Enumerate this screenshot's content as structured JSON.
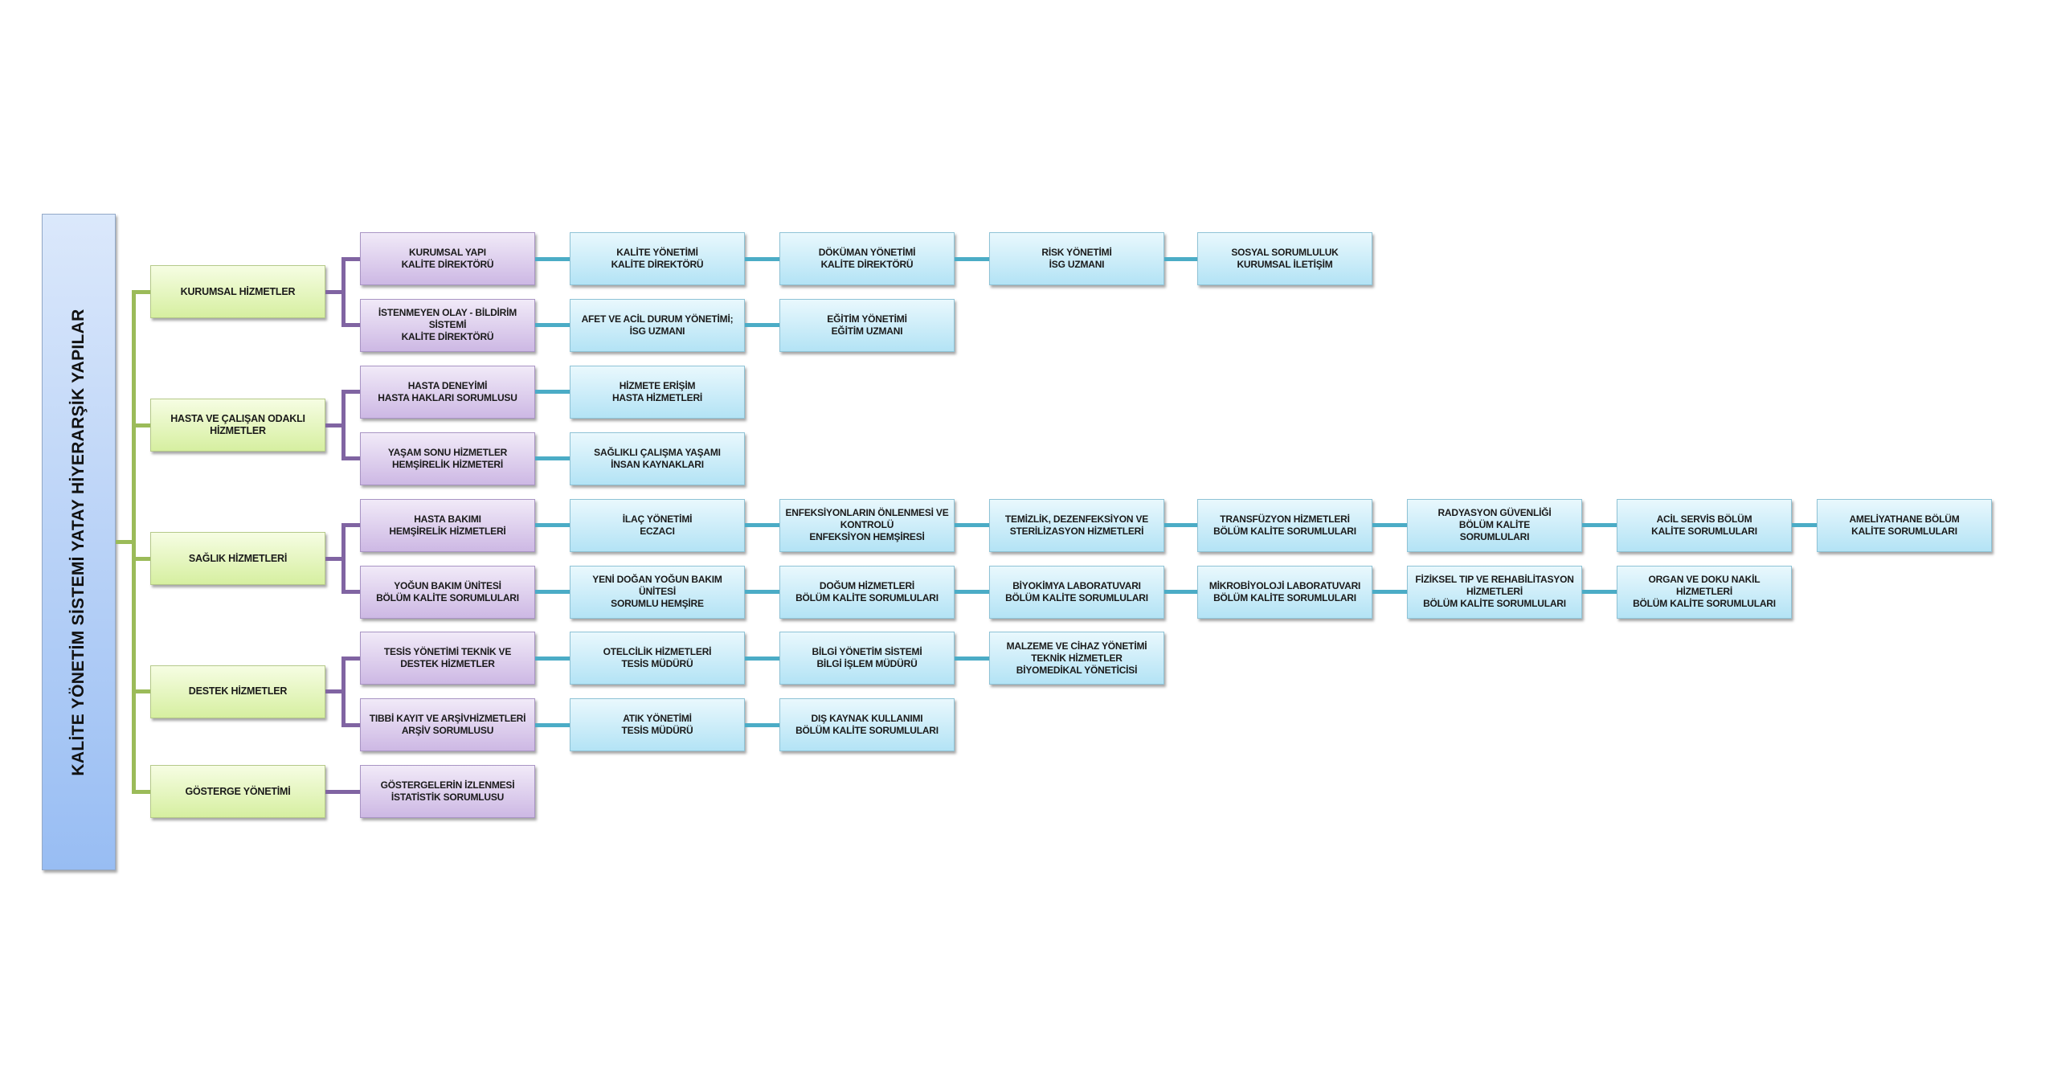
{
  "title": "KALİTE YÖNETİM SİSTEMİ YATAY HİYERARŞİK YAPILAR",
  "colors": {
    "green_line": "#9bbb59",
    "purple_line": "#8064a2",
    "blue_line": "#4bacc6"
  },
  "groups": [
    {
      "label": "KURUMSAL HİZMETLER",
      "rows": [
        {
          "label": "KURUMSAL YAPI\nKALİTE DİREKTÖRÜ",
          "items": [
            "KALİTE YÖNETİMİ\nKALİTE DİREKTÖRÜ",
            "DÖKÜMAN YÖNETİMİ\nKALİTE DİREKTÖRÜ",
            "RİSK YÖNETİMİ\nİSG UZMANI",
            "SOSYAL SORUMLULUK\nKURUMSAL İLETİŞİM"
          ]
        },
        {
          "label": "İSTENMEYEN OLAY - BİLDİRİM\nSİSTEMİ\nKALİTE DİREKTÖRÜ",
          "items": [
            "AFET VE ACİL DURUM YÖNETİMİ;\nİSG UZMANI",
            "EĞİTİM YÖNETİMİ\nEĞİTİM UZMANI"
          ]
        }
      ]
    },
    {
      "label": "HASTA VE ÇALIŞAN ODAKLI\nHİZMETLER",
      "rows": [
        {
          "label": "HASTA DENEYİMİ\nHASTA HAKLARI SORUMLUSU",
          "items": [
            "HİZMETE ERİŞİM\nHASTA HİZMETLERİ"
          ]
        },
        {
          "label": "YAŞAM SONU HİZMETLER\nHEMŞİRELİK HİZMETERİ",
          "items": [
            "SAĞLIKLI ÇALIŞMA YAŞAMI\nİNSAN KAYNAKLARI"
          ]
        }
      ]
    },
    {
      "label": "SAĞLIK HİZMETLERİ",
      "rows": [
        {
          "label": "HASTA BAKIMI\nHEMŞİRELİK HİZMETLERİ",
          "items": [
            "İLAÇ YÖNETİMİ\nECZACI",
            "ENFEKSİYONLARIN ÖNLENMESİ VE\nKONTROLÜ\nENFEKSİYON HEMŞİRESİ",
            "TEMİZLİK, DEZENFEKSİYON VE\nSTERİLİZASYON HİZMETLERİ",
            "TRANSFÜZYON HİZMETLERİ\nBÖLÜM KALİTE SORUMLULARI",
            "RADYASYON GÜVENLİĞİ\nBÖLÜM KALİTE\nSORUMLULARI",
            "ACİL SERVİS BÖLÜM\nKALİTE SORUMLULARI",
            "AMELİYATHANE BÖLÜM\nKALİTE SORUMLULARI"
          ]
        },
        {
          "label": "YOĞUN BAKIM ÜNİTESİ\nBÖLÜM KALİTE SORUMLULARI",
          "items": [
            "YENİ DOĞAN YOĞUN BAKIM\nÜNİTESİ\nSORUMLU HEMŞİRE",
            "DOĞUM HİZMETLERİ\nBÖLÜM KALİTE SORUMLULARI",
            "BİYOKİMYA LABORATUVARI\nBÖLÜM KALİTE SORUMLULARI",
            "MİKROBİYOLOJİ LABORATUVARI\nBÖLÜM KALİTE SORUMLULARI",
            "FİZİKSEL TIP VE REHABİLİTASYON\nHİZMETLERİ\nBÖLÜM KALİTE SORUMLULARI",
            "ORGAN VE DOKU NAKİL\nHİZMETLERİ\nBÖLÜM KALİTE SORUMLULARI"
          ]
        }
      ]
    },
    {
      "label": "DESTEK HİZMETLER",
      "rows": [
        {
          "label": "TESİS YÖNETİMİ TEKNİK VE\nDESTEK HİZMETLER",
          "items": [
            "OTELCİLİK HİZMETLERİ\nTESİS MÜDÜRÜ",
            "BİLGİ YÖNETİM SİSTEMİ\nBİLGİ İŞLEM MÜDÜRÜ",
            "MALZEME VE CİHAZ YÖNETİMİ\nTEKNİK HİZMETLER\nBİYOMEDİKAL YÖNETİCİSİ"
          ]
        },
        {
          "label": "TIBBİ KAYIT VE ARŞİVHİZMETLERİ\nARŞİV SORUMLUSU",
          "items": [
            "ATIK YÖNETİMİ\nTESİS MÜDÜRÜ",
            "DIŞ KAYNAK KULLANIMI\nBÖLÜM KALİTE SORUMLULARI"
          ]
        }
      ]
    },
    {
      "label": "GÖSTERGE YÖNETİMİ",
      "rows": [
        {
          "label": "GÖSTERGELERİN İZLENMESİ\nİSTATİSTİK SORUMLUSU",
          "items": []
        }
      ]
    }
  ]
}
